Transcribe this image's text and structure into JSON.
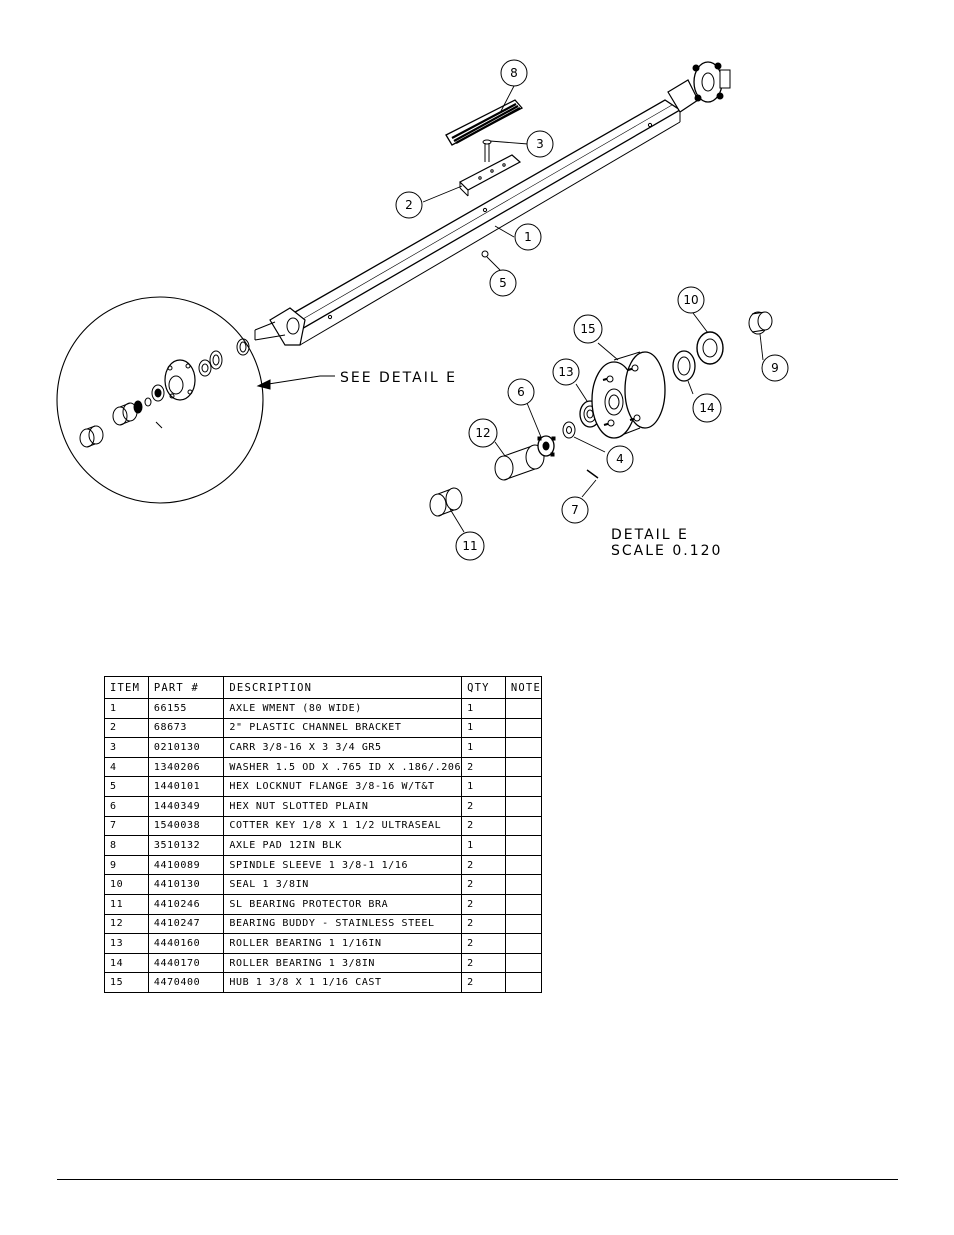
{
  "drawing": {
    "callouts": [
      {
        "id": "c8",
        "label": "8"
      },
      {
        "id": "c3",
        "label": "3"
      },
      {
        "id": "c2",
        "label": "2"
      },
      {
        "id": "c1",
        "label": "1"
      },
      {
        "id": "c5",
        "label": "5"
      },
      {
        "id": "c10",
        "label": "10"
      },
      {
        "id": "c15",
        "label": "15"
      },
      {
        "id": "c9",
        "label": "9"
      },
      {
        "id": "c13",
        "label": "13"
      },
      {
        "id": "c6",
        "label": "6"
      },
      {
        "id": "c14",
        "label": "14"
      },
      {
        "id": "c12",
        "label": "12"
      },
      {
        "id": "c4",
        "label": "4"
      },
      {
        "id": "c7",
        "label": "7"
      },
      {
        "id": "c11",
        "label": "11"
      }
    ],
    "see_detail": "SEE DETAIL  E",
    "detail_title": "DETAIL  E",
    "detail_scale": "SCALE  0.120"
  },
  "bom": {
    "headers": [
      "ITEM",
      "PART #",
      "DESCRIPTION",
      "QTY",
      "NOTE"
    ],
    "rows": [
      [
        "1",
        "66155",
        "AXLE WMENT (80 WIDE)",
        "1",
        ""
      ],
      [
        "2",
        "68673",
        "2\" PLASTIC CHANNEL BRACKET",
        "1",
        ""
      ],
      [
        "3",
        "0210130",
        "CARR 3/8-16 X 3 3/4 GR5",
        "1",
        ""
      ],
      [
        "4",
        "1340206",
        "WASHER 1.5 OD X .765 ID X .186/.206",
        "2",
        ""
      ],
      [
        "5",
        "1440101",
        "HEX LOCKNUT FLANGE 3/8-16 W/T&T",
        "1",
        ""
      ],
      [
        "6",
        "1440349",
        "HEX NUT SLOTTED PLAIN",
        "2",
        ""
      ],
      [
        "7",
        "1540038",
        "COTTER KEY 1/8 X 1 1/2 ULTRASEAL",
        "2",
        ""
      ],
      [
        "8",
        "3510132",
        "AXLE PAD 12IN  BLK",
        "1",
        ""
      ],
      [
        "9",
        "4410089",
        "SPINDLE SLEEVE  1 3/8-1 1/16",
        "2",
        ""
      ],
      [
        "10",
        "4410130",
        "SEAL  1 3/8IN",
        "2",
        ""
      ],
      [
        "11",
        "4410246",
        "SL BEARING PROTECTOR BRA",
        "2",
        ""
      ],
      [
        "12",
        "4410247",
        "BEARING BUDDY - STAINLESS STEEL",
        "2",
        ""
      ],
      [
        "13",
        "4440160",
        "ROLLER BEARING   1 1/16IN",
        "2",
        ""
      ],
      [
        "14",
        "4440170",
        "ROLLER BEARING   1 3/8IN",
        "2",
        ""
      ],
      [
        "15",
        "4470400",
        "HUB  1 3/8 X 1 1/16 CAST",
        "2",
        ""
      ]
    ]
  }
}
